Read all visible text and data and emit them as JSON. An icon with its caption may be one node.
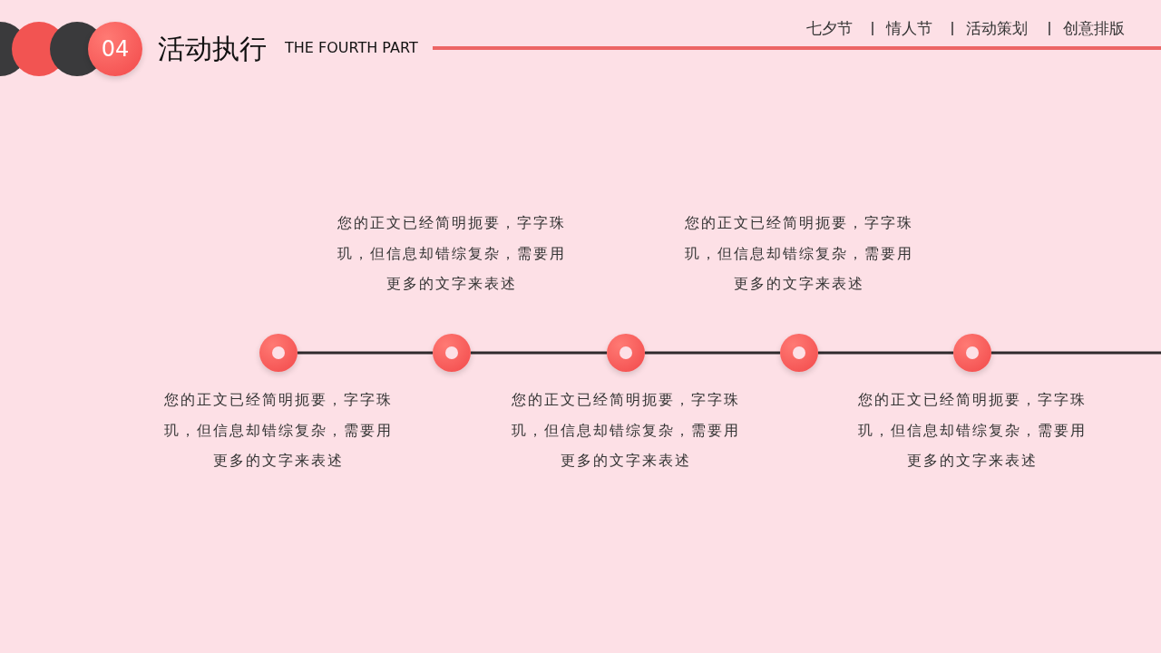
{
  "diagram": {
    "title": "活动执行",
    "nodes": [
      {
        "text": [
          "04"
        ]
      },
      {
        "text": [],
        "shape": "circle",
        "beside": [
          "您的正文已经简明扼要，字字珠玑，但信息却错综复杂，需要用更多的文字来表述"
        ]
      },
      {
        "text": [],
        "shape": "circle",
        "beside": [
          "您的正文已经简明扼要，字字珠玑，但信息却错综复杂，需要用更多的文字来表述"
        ]
      },
      {
        "text": [],
        "shape": "circle",
        "beside": [
          "您的正文已经简明扼要，字字珠玑，但信息却错综复杂，需要用更多的文字来表述"
        ]
      },
      {
        "text": [],
        "shape": "circle",
        "beside": [
          "您的正文已经简明扼要，字字珠玑，但信息却错综复杂，需要用更多的文字来表述"
        ]
      },
      {
        "text": [],
        "shape": "circle",
        "beside": [
          "您的正文已经简明扼要，字字珠玑，但信息却错综复杂，需要用更多的文字来表述"
        ]
      }
    ],
    "edges": [
      {
        "from": 1,
        "to": 2,
        "arrow": "none"
      },
      {
        "from": 2,
        "to": 3,
        "arrow": "none"
      },
      {
        "from": 3,
        "to": 4,
        "arrow": "none"
      },
      {
        "from": 4,
        "to": 5,
        "arrow": "none"
      },
      {
        "from": 5,
        "to": null,
        "arrow": "none"
      }
    ],
    "labels": [
      "THE FOURTH PART",
      "七夕节",
      "情人节",
      "活动策划",
      "创意排版"
    ]
  }
}
